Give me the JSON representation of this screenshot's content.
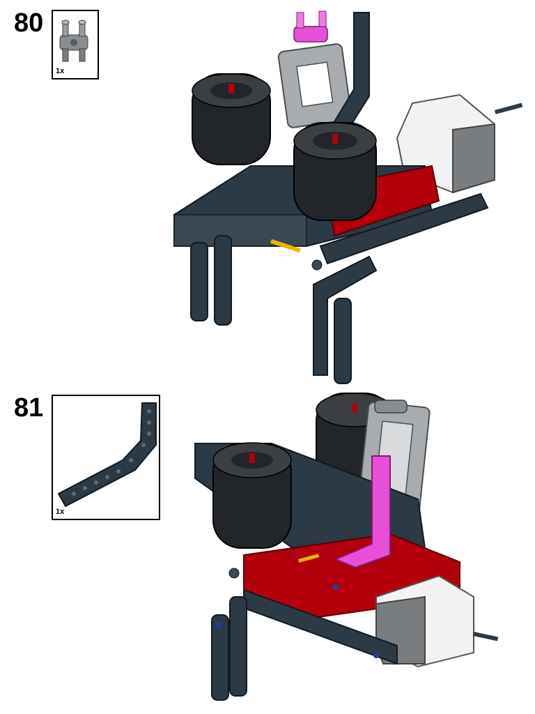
{
  "steps": [
    {
      "number": "80",
      "parts": [
        {
          "name": "axle-joiner-double-part-icon",
          "quantity": "1x",
          "color": "#8a8d8f"
        }
      ]
    },
    {
      "number": "81",
      "parts": [
        {
          "name": "bent-beam-part-icon",
          "quantity": "1x",
          "color": "#2b3a44"
        }
      ]
    }
  ],
  "colors": {
    "dark_bluish_gray": "#2b3a44",
    "light_gray": "#a9acae",
    "red": "#b3000c",
    "magenta": "#e84fd6",
    "tire_black": "#22262a",
    "motor_white": "#f2f2f2",
    "motor_gray": "#7a7d80",
    "axle_blue": "#1f3fa3"
  }
}
